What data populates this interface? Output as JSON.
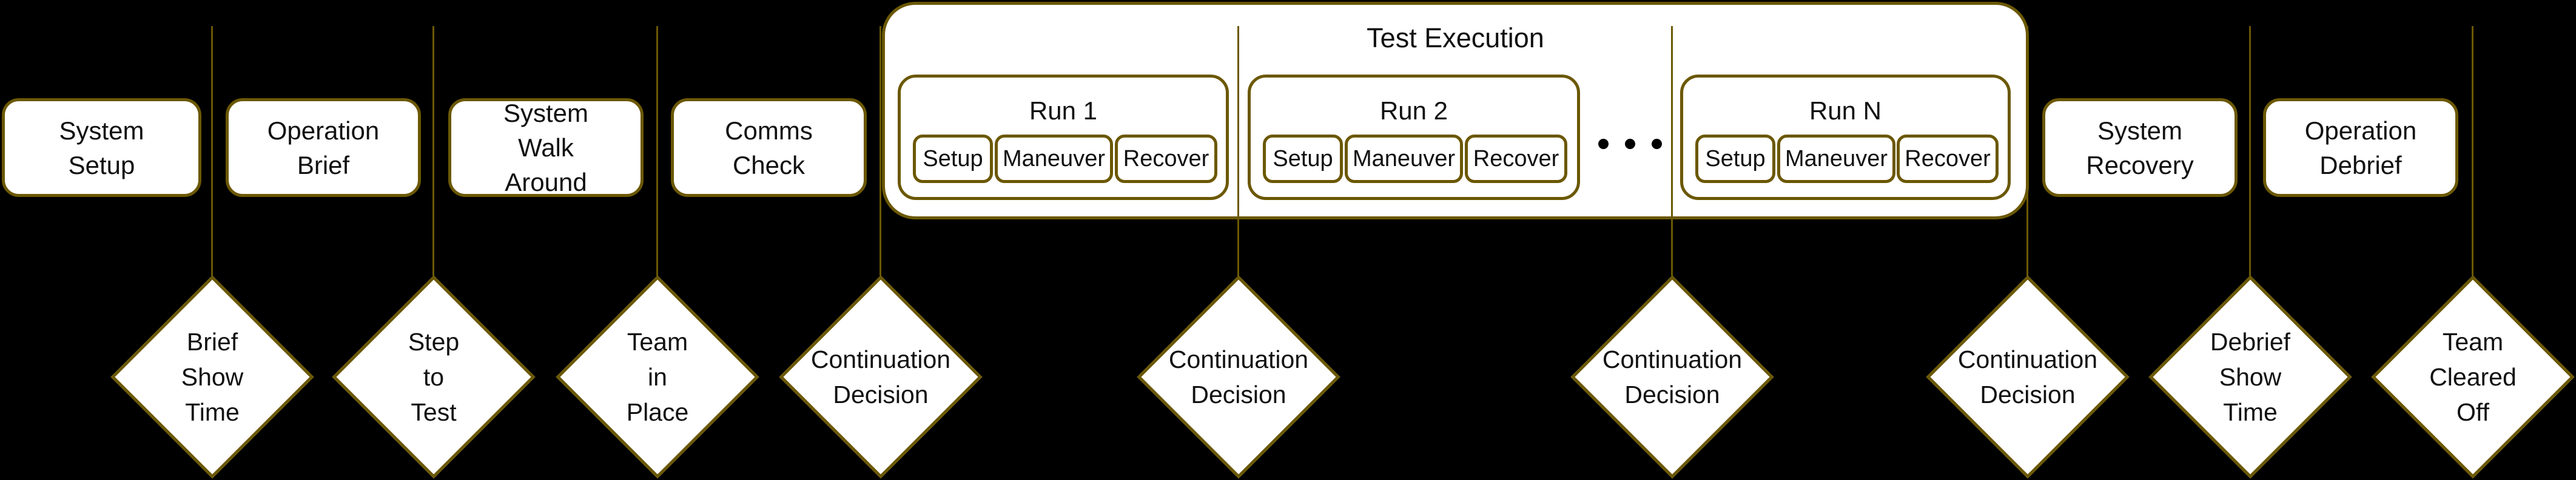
{
  "colors": {
    "background": "#000000",
    "accent_border": "#6B5803",
    "shape_fill": "#FFFFFF",
    "text": "#111111"
  },
  "phases": [
    {
      "label": "System\nSetup"
    },
    {
      "label": "Operation\nBrief"
    },
    {
      "label": "System\nWalk\nAround"
    },
    {
      "label": "Comms\nCheck"
    },
    {
      "label": "System\nRecovery"
    },
    {
      "label": "Operation\nDebrief"
    }
  ],
  "test_execution": {
    "label": "Test Execution",
    "runs": [
      {
        "title": "Run 1",
        "steps": [
          "Setup",
          "Maneuver",
          "Recover"
        ]
      },
      {
        "title": "Run 2",
        "steps": [
          "Setup",
          "Maneuver",
          "Recover"
        ]
      },
      {
        "title": "Run N",
        "steps": [
          "Setup",
          "Maneuver",
          "Recover"
        ]
      }
    ]
  },
  "milestones": [
    {
      "label": "Brief\nShow\nTime"
    },
    {
      "label": "Step\nto\nTest"
    },
    {
      "label": "Team\nin\nPlace"
    },
    {
      "label": "Continuation\nDecision"
    },
    {
      "label": "Continuation\nDecision"
    },
    {
      "label": "Continuation\nDecision"
    },
    {
      "label": "Continuation\nDecision"
    },
    {
      "label": "Debrief\nShow\nTime"
    },
    {
      "label": "Team\nCleared\nOff"
    }
  ]
}
